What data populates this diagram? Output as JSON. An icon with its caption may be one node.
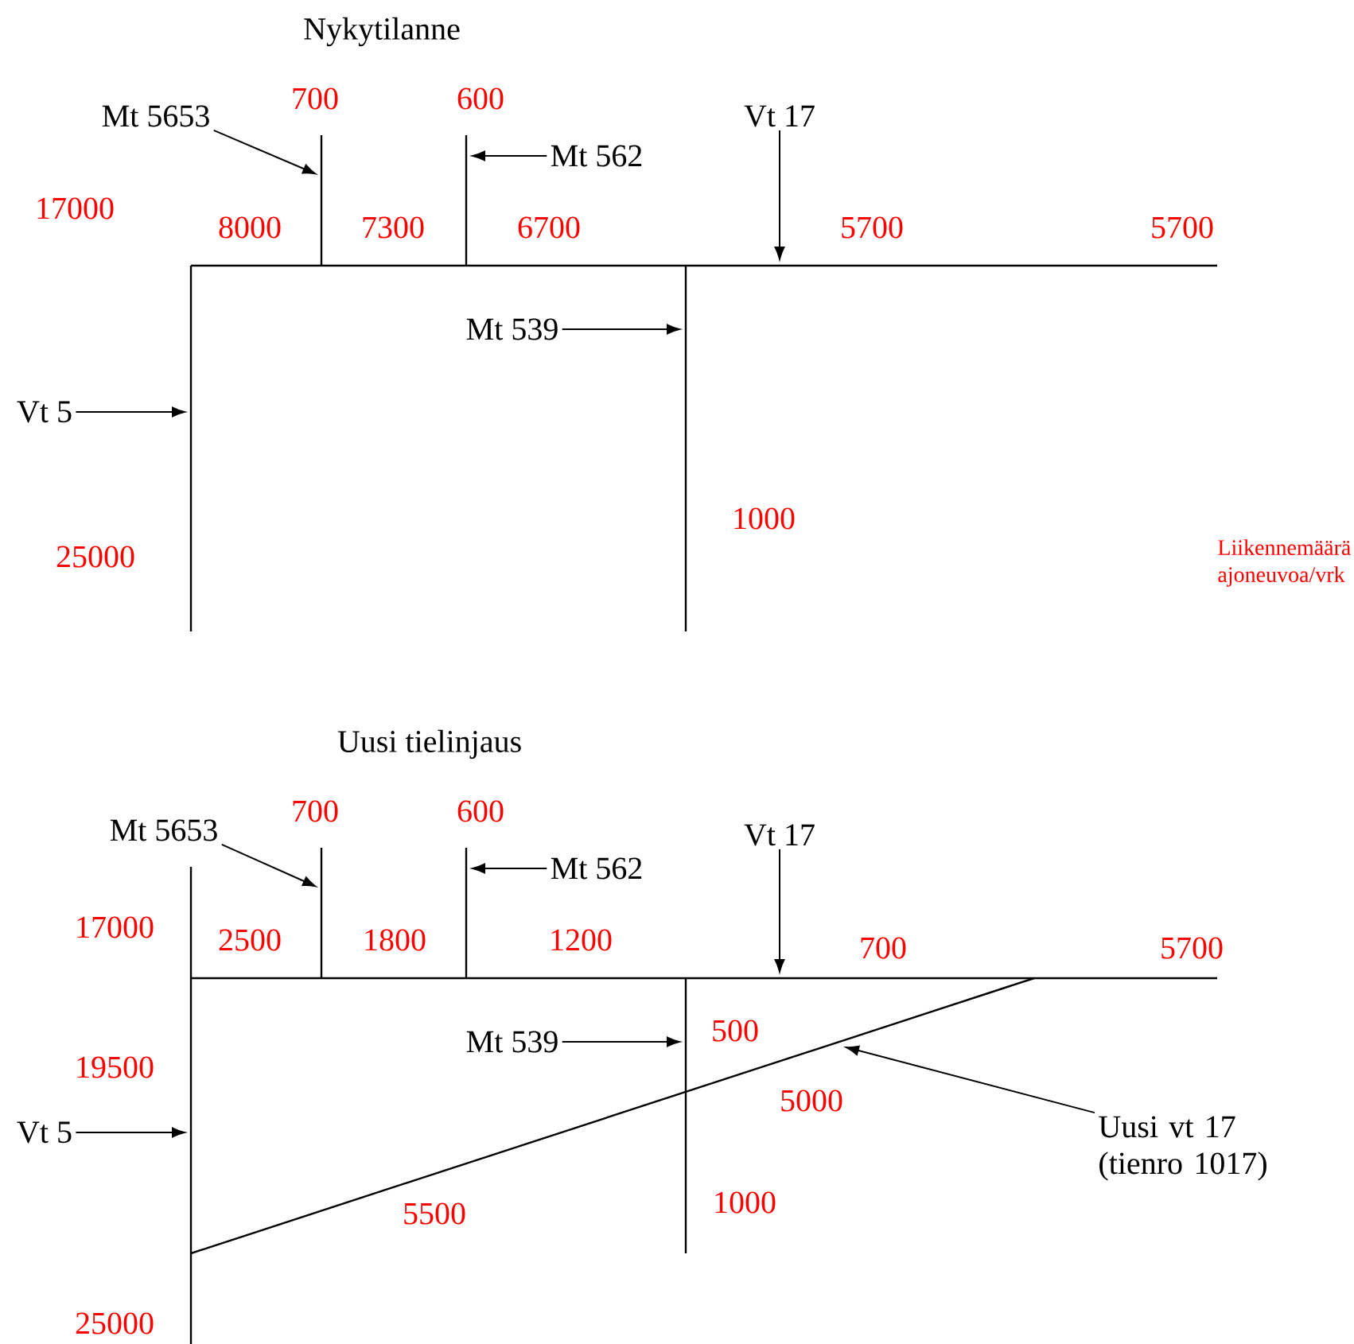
{
  "diagram": {
    "nodes": [
      {
        "text": [
          "Mt 5653"
        ]
      },
      {
        "text": [
          "Mt 562"
        ]
      },
      {
        "text": [
          "Vt 17"
        ]
      },
      {
        "text": [
          "Mt 539"
        ]
      },
      {
        "text": [
          "Vt 5"
        ]
      },
      {
        "text": [
          "Mt 5653"
        ]
      },
      {
        "text": [
          "Mt 562"
        ]
      },
      {
        "text": [
          "Vt 17"
        ]
      },
      {
        "text": [
          "Mt 539"
        ]
      },
      {
        "text": [
          "Vt 5"
        ]
      },
      {
        "text": [
          "Uusi vt 17 (tienro 1017)"
        ]
      }
    ],
    "edges": [
      {
        "from": 0,
        "to": null,
        "arrow": "to"
      },
      {
        "from": 1,
        "to": null,
        "arrow": "to"
      },
      {
        "from": 2,
        "to": null,
        "arrow": "to"
      },
      {
        "from": 3,
        "to": null,
        "arrow": "to"
      },
      {
        "from": 4,
        "to": null,
        "arrow": "to"
      },
      {
        "from": 5,
        "to": null,
        "arrow": "to"
      },
      {
        "from": 6,
        "to": null,
        "arrow": "to"
      },
      {
        "from": 7,
        "to": null,
        "arrow": "to"
      },
      {
        "from": 8,
        "to": null,
        "arrow": "to"
      },
      {
        "from": 9,
        "to": null,
        "arrow": "to"
      },
      {
        "from": 10,
        "to": null,
        "arrow": "to"
      }
    ],
    "labels": [
      "Nykytilanne",
      "700",
      "600",
      "17000",
      "8000",
      "7300",
      "6700",
      "5700",
      "5700",
      "1000",
      "25000",
      "Liikennemäärä ajoneuvoa/vrk",
      "Uusi tielinjaus",
      "700",
      "600",
      "17000",
      "2500",
      "1800",
      "1200",
      "700",
      "5700",
      "500",
      "19500",
      "5000",
      "5500",
      "1000",
      "25000"
    ]
  }
}
